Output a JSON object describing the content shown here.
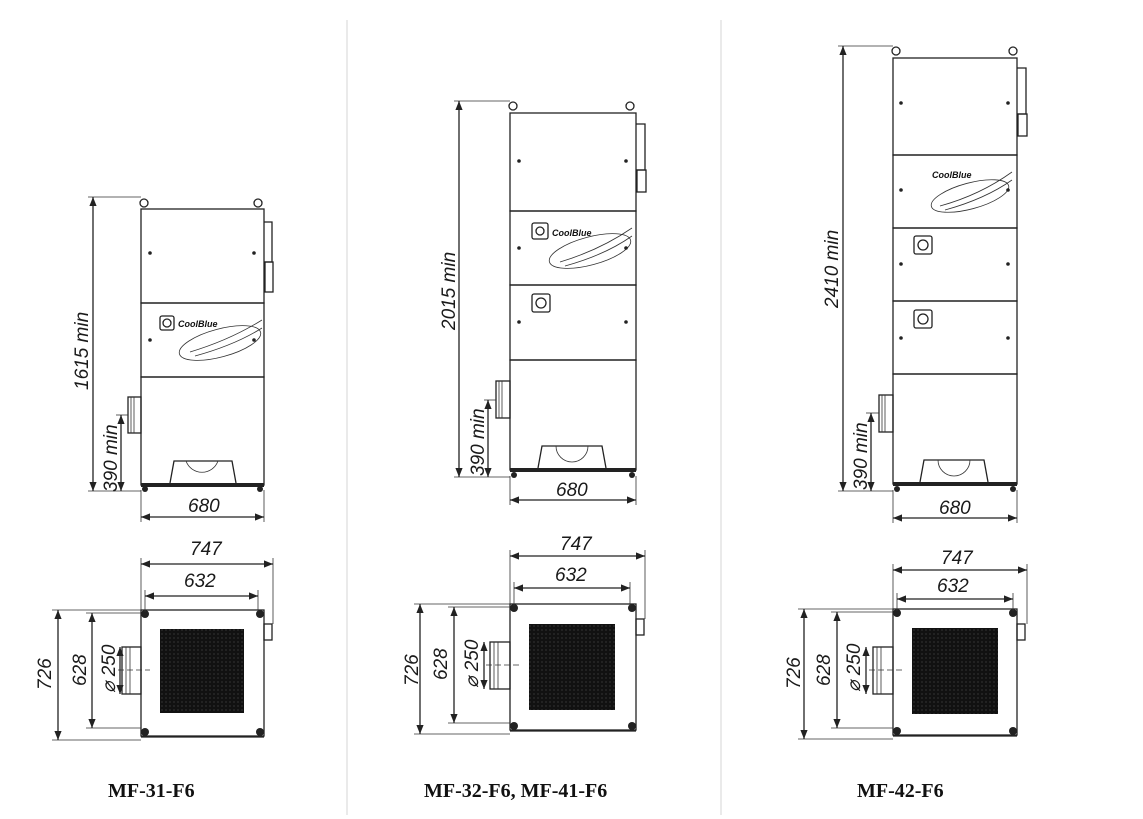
{
  "colors": {
    "line": "#222222",
    "separator": "#d6d6d6",
    "filter_grid": "#1a1a1a"
  },
  "brand_logo_text": "CoolBlue",
  "models": [
    {
      "caption": "MF-31-F6",
      "dims": {
        "height": "1615 min",
        "inlet_height": "390 min",
        "width": "680",
        "total_width": "747",
        "body_width": "632",
        "total_depth": "726",
        "body_depth": "628",
        "inlet_diameter": "⌀ 250"
      }
    },
    {
      "caption": "MF-32-F6, MF-41-F6",
      "dims": {
        "height": "2015 min",
        "inlet_height": "390 min",
        "width": "680",
        "total_width": "747",
        "body_width": "632",
        "total_depth": "726",
        "body_depth": "628",
        "inlet_diameter": "⌀ 250"
      }
    },
    {
      "caption": "MF-42-F6",
      "dims": {
        "height": "2410 min",
        "inlet_height": "390 min",
        "width": "680",
        "total_width": "747",
        "body_width": "632",
        "total_depth": "726",
        "body_depth": "628",
        "inlet_diameter": "⌀ 250"
      }
    }
  ]
}
